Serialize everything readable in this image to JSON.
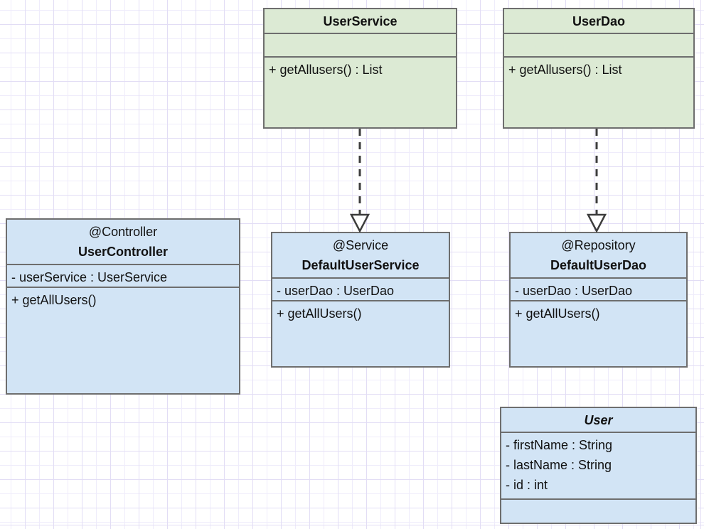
{
  "colors": {
    "interface_fill": "#dcead4",
    "class_fill": "#d2e4f5",
    "border": "#6e6e6e",
    "arrow": "#3c3c3c",
    "grid_minor": "#efecfb",
    "grid_major": "#e2ddf5"
  },
  "classes": [
    {
      "id": "UserService",
      "kind": "interface",
      "fill": "green",
      "stereotype": "",
      "name": "UserService",
      "attributes": [],
      "methods": [
        "+ getAllusers() : List"
      ]
    },
    {
      "id": "UserDao",
      "kind": "interface",
      "fill": "green",
      "stereotype": "",
      "name": "UserDao",
      "attributes": [],
      "methods": [
        "+ getAllusers() : List"
      ]
    },
    {
      "id": "UserController",
      "kind": "class",
      "fill": "blue",
      "stereotype": "@Controller",
      "name": "UserController",
      "attributes": [
        "- userService : UserService"
      ],
      "methods": [
        "+ getAllUsers()"
      ]
    },
    {
      "id": "DefaultUserService",
      "kind": "class",
      "fill": "blue",
      "stereotype": "@Service",
      "name": "DefaultUserService",
      "attributes": [
        "- userDao : UserDao"
      ],
      "methods": [
        "+ getAllUsers()"
      ]
    },
    {
      "id": "DefaultUserDao",
      "kind": "class",
      "fill": "blue",
      "stereotype": "@Repository",
      "name": "DefaultUserDao",
      "attributes": [
        "- userDao : UserDao"
      ],
      "methods": [
        "+ getAllUsers()"
      ]
    },
    {
      "id": "User",
      "kind": "class",
      "fill": "blue",
      "stereotype": "",
      "name": "User",
      "attributes": [
        "- firstName : String",
        "- lastName : String",
        "- id : int"
      ],
      "methods": []
    }
  ],
  "relations": [
    {
      "type": "realization",
      "from": "DefaultUserService",
      "to": "UserService",
      "line": "dashed",
      "head": "hollow-triangle"
    },
    {
      "type": "realization",
      "from": "DefaultUserDao",
      "to": "UserDao",
      "line": "dashed",
      "head": "hollow-triangle"
    }
  ]
}
